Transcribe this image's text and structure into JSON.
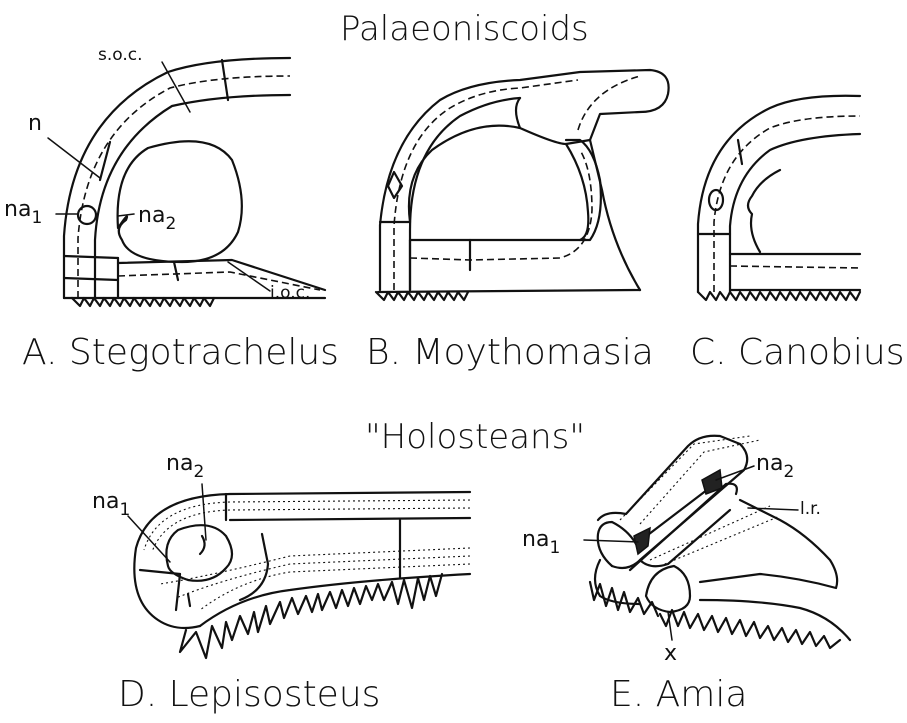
{
  "titles": {
    "palaeoniscoids": "Palaeoniscoids",
    "holosteans": "\"Holosteans\""
  },
  "captions": {
    "a": "A. Stegotrachelus",
    "b": "B. Moythomasia",
    "c": "C. Canobius",
    "d": "D. Lepisosteus",
    "e": "E. Amia"
  },
  "labels": {
    "soc": "s.o.c.",
    "n": "n",
    "na1": "na",
    "na1_sub": "1",
    "na2": "na",
    "na2_sub": "2",
    "ioc": "i.o.c.",
    "lr": "l.r.",
    "x": "x"
  }
}
